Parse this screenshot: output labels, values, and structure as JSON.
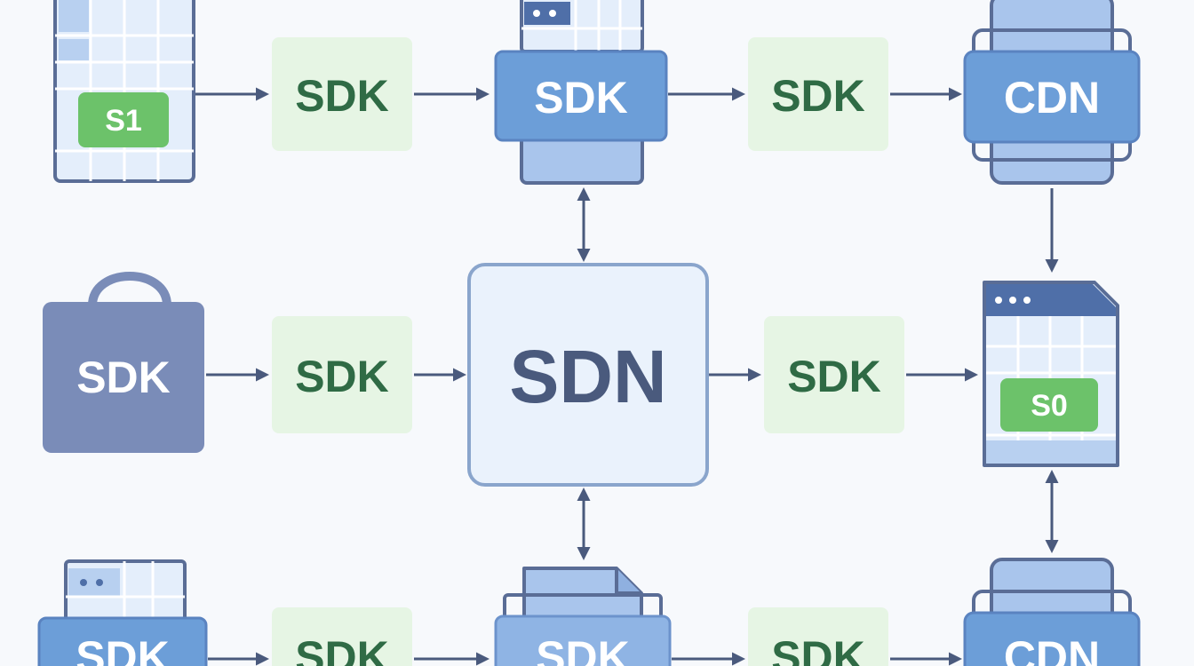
{
  "colors": {
    "background": "#f7f9fc",
    "arrow": "#4a5a7d",
    "green_box": "#e6f5e4",
    "green_text": "#2f6b45",
    "blue_band": "#6c9ed8",
    "blue_light": "#a9c5ec",
    "bag": "#7a8cb8",
    "badge": "#6cc26a",
    "center_fill": "#eaf2fc",
    "center_border": "#8aa5cc"
  },
  "nodes": {
    "spreadsheet_top": {
      "badge": "S1"
    },
    "sdk_top_1": {
      "label": "SDK"
    },
    "server_top": {
      "label": "SDK"
    },
    "sdk_top_2": {
      "label": "SDK"
    },
    "cdn_top": {
      "label": "CDN"
    },
    "bag_mid": {
      "label": "SDK"
    },
    "sdk_mid_1": {
      "label": "SDK"
    },
    "center": {
      "label": "SDN"
    },
    "sdk_mid_2": {
      "label": "SDK"
    },
    "spreadsheet_right": {
      "badge": "S0"
    },
    "server_bot_left": {
      "label": "SDK"
    },
    "sdk_bot_1": {
      "label": "SDK"
    },
    "doc_bot": {
      "label": "SDK"
    },
    "sdk_bot_2": {
      "label": "SDK"
    },
    "cdn_bot": {
      "label": "CDN"
    }
  }
}
